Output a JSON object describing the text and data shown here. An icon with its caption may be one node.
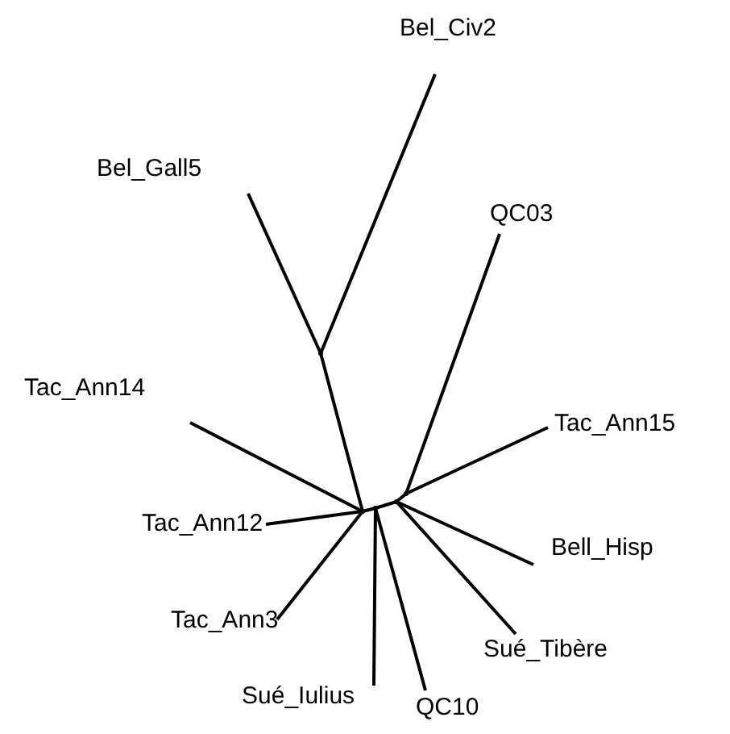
{
  "diagram": {
    "nodes": [
      {
        "text": [
          "Bel_Civ2"
        ]
      },
      {
        "text": [
          "Bel_Gall5"
        ]
      },
      {
        "text": [
          "QC03"
        ]
      },
      {
        "text": [
          "Tac_Ann14"
        ]
      },
      {
        "text": [
          "Tac_Ann15"
        ]
      },
      {
        "text": [
          "Tac_Ann12"
        ]
      },
      {
        "text": [
          "Bell_Hisp"
        ]
      },
      {
        "text": [
          "Tac_Ann3"
        ]
      },
      {
        "text": [
          "Sué_Tibère"
        ]
      },
      {
        "text": [
          "Sué_Iulius"
        ]
      },
      {
        "text": [
          "QC10"
        ]
      },
      {
        "text": [],
        "shape": "point"
      },
      {
        "text": [],
        "shape": "point"
      },
      {
        "text": [],
        "shape": "point"
      },
      {
        "text": [],
        "shape": "point"
      },
      {
        "text": [],
        "shape": "point"
      }
    ],
    "edges": [
      {
        "from": 11,
        "to": 0,
        "arrow": "none"
      },
      {
        "from": 11,
        "to": 1,
        "arrow": "none"
      },
      {
        "from": 12,
        "to": 11,
        "arrow": "none"
      },
      {
        "from": 12,
        "to": 3,
        "arrow": "none"
      },
      {
        "from": 12,
        "to": 5,
        "arrow": "none"
      },
      {
        "from": 12,
        "to": 7,
        "arrow": "none"
      },
      {
        "from": 12,
        "to": 13,
        "arrow": "none"
      },
      {
        "from": 13,
        "to": 9,
        "arrow": "none"
      },
      {
        "from": 13,
        "to": 10,
        "arrow": "none"
      },
      {
        "from": 13,
        "to": 14,
        "arrow": "none"
      },
      {
        "from": 14,
        "to": 6,
        "arrow": "none"
      },
      {
        "from": 14,
        "to": 8,
        "arrow": "none"
      },
      {
        "from": 14,
        "to": 15,
        "arrow": "none"
      },
      {
        "from": 15,
        "to": 2,
        "arrow": "none"
      },
      {
        "from": 15,
        "to": 4,
        "arrow": "none"
      }
    ]
  }
}
